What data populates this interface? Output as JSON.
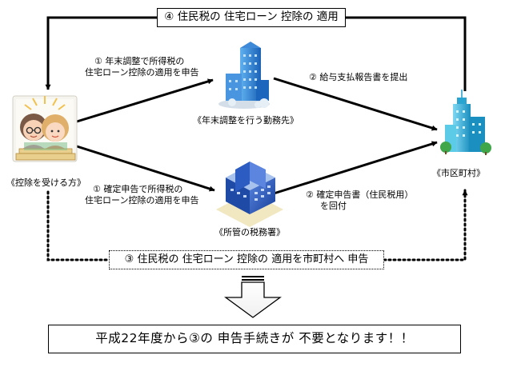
{
  "top_label": "④ 住民税の 住宅ローン 控除の 適用",
  "step1a": {
    "line1": "① 年末調整で所得税の",
    "line2": "住宅ローン控除の適用を申告"
  },
  "step2a": "② 給与支払報告書を提出",
  "step1b": {
    "line1": "① 確定申告で所得税の",
    "line2": "住宅ローン控除の適用を申告"
  },
  "step2b": {
    "line1": "② 確定申告書（住民税用）",
    "line2": "を回付"
  },
  "entities": {
    "taxpayer": "《控除を受ける方》",
    "employer": "《年末調整を行う勤務先》",
    "tax_office": "《所管の税務署》",
    "municipality": "《市区町村》"
  },
  "step3": "③ 住民税の 住宅ローン 控除の 適用を市町村へ 申告",
  "conclusion": "平成22年度から③の 申告手続きが 不要となります！！",
  "colors": {
    "employer_building": "#1f7fd6",
    "tax_office_building": "#2557b8",
    "municipality_building": "#27b3d8",
    "frame_gold": "#e8cf8e"
  },
  "icons": {
    "taxpayer": "couple-portrait-icon",
    "employer": "office-tower-icon",
    "tax_office": "government-building-icon",
    "municipality": "city-buildings-icon"
  }
}
